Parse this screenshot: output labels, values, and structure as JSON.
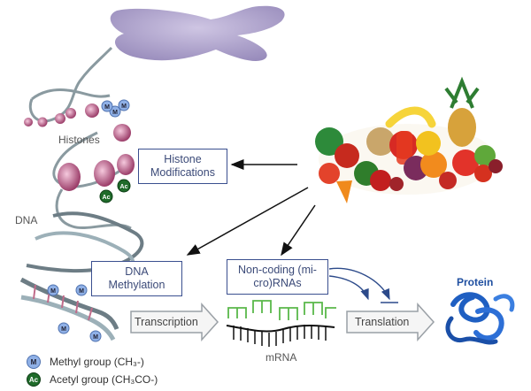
{
  "labels": {
    "histones": "Histones",
    "dna": "DNA",
    "mrna": "mRNA",
    "protein": "Protein"
  },
  "boxes": {
    "histone_modifications": [
      "Histone",
      "Modifications"
    ],
    "dna_methylation": [
      "DNA",
      "Methylation"
    ],
    "noncoding_rnas": [
      "Non-coding (mi-",
      "cro)RNAs"
    ]
  },
  "process_arrows": {
    "transcription": "Transcription",
    "translation": "Translation"
  },
  "markers": {
    "methyl_letter": "M",
    "acetyl_letter": "Ac"
  },
  "legend": {
    "methyl": "Methyl group (CH₃-)",
    "acetyl": "Acetyl group (CH₃CO-)"
  },
  "colors": {
    "box_border": "#3a4f8f",
    "methyl_marker": "#8fb0e6",
    "acetyl_marker": "#1f6b2a",
    "mrna_green": "#59b84a",
    "protein_blue": "#1f5fc2",
    "chromosome": "#9c8fbf"
  }
}
